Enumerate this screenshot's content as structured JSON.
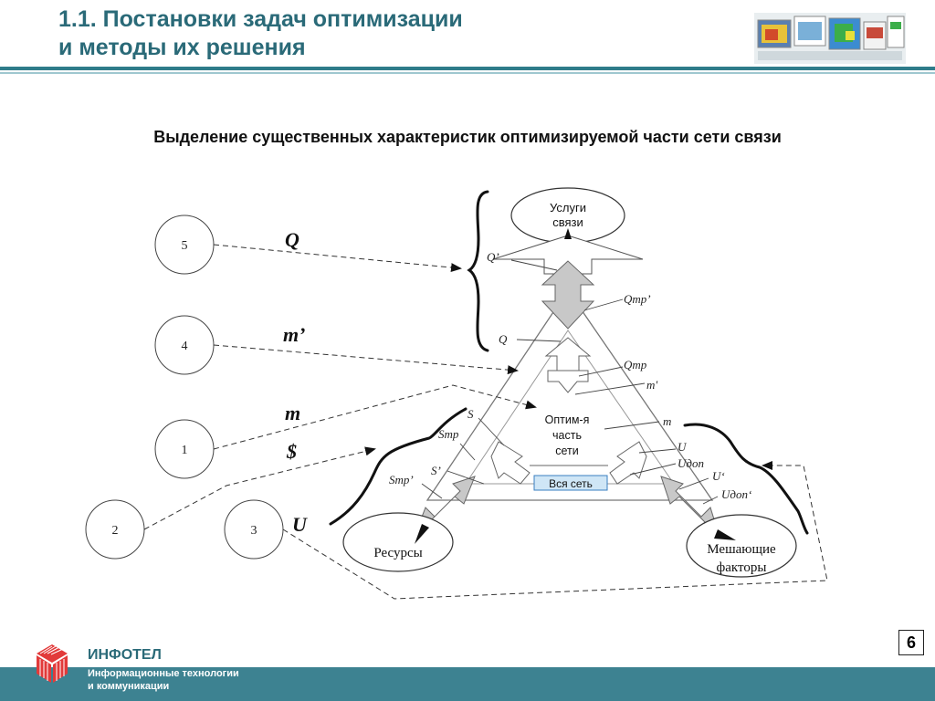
{
  "header": {
    "title_line1": "1.1. Постановки задач оптимизации",
    "title_line2": "и методы их решения"
  },
  "subtitle": "Выделение существенных характеристик оптимизируемой части сети связи",
  "diagram": {
    "circles": [
      "5",
      "4",
      "1",
      "2",
      "3"
    ],
    "big_labels": [
      "Q",
      "m’",
      "m",
      "$",
      "U"
    ],
    "ellipses": {
      "services": "Услуги связи",
      "services_lines": [
        "Услуги",
        "связи"
      ],
      "resources": "Ресурсы",
      "interfering": "Мешающие факторы",
      "interfering_lines": [
        "Мешающие",
        "факторы"
      ]
    },
    "center": {
      "label_lines": [
        "Оптим-я",
        "часть",
        "сети"
      ],
      "whole_network": "Вся сеть"
    },
    "small_labels": {
      "q_prime": "Q’",
      "q_tr_prime": "Qтр’",
      "q": "Q",
      "q_tr": "Qтр",
      "m_prime": "m'",
      "m": "m",
      "s": "S",
      "s_tr": "Sтр",
      "s_prime": "S’",
      "s_tr_prime": "Sтр’",
      "u": "U",
      "u_dop": "Uдоп",
      "u_prime": "U‘",
      "u_dop_prime": "Uдоп‘"
    },
    "colors": {
      "arrow_fill": "#c8c8c8",
      "whole_network_fill": "#cfe6f6",
      "whole_network_border": "#3a7fc0"
    }
  },
  "page_number": "6",
  "footer": {
    "brand": "ИНФОТЕЛ",
    "line1": "Информационные технологии",
    "line2": "и коммуникации"
  },
  "colors": {
    "title": "#2a6a78",
    "header_rule": "#2f7c8a",
    "footer_bar": "#3d8291",
    "logo": "#e23a3a"
  }
}
